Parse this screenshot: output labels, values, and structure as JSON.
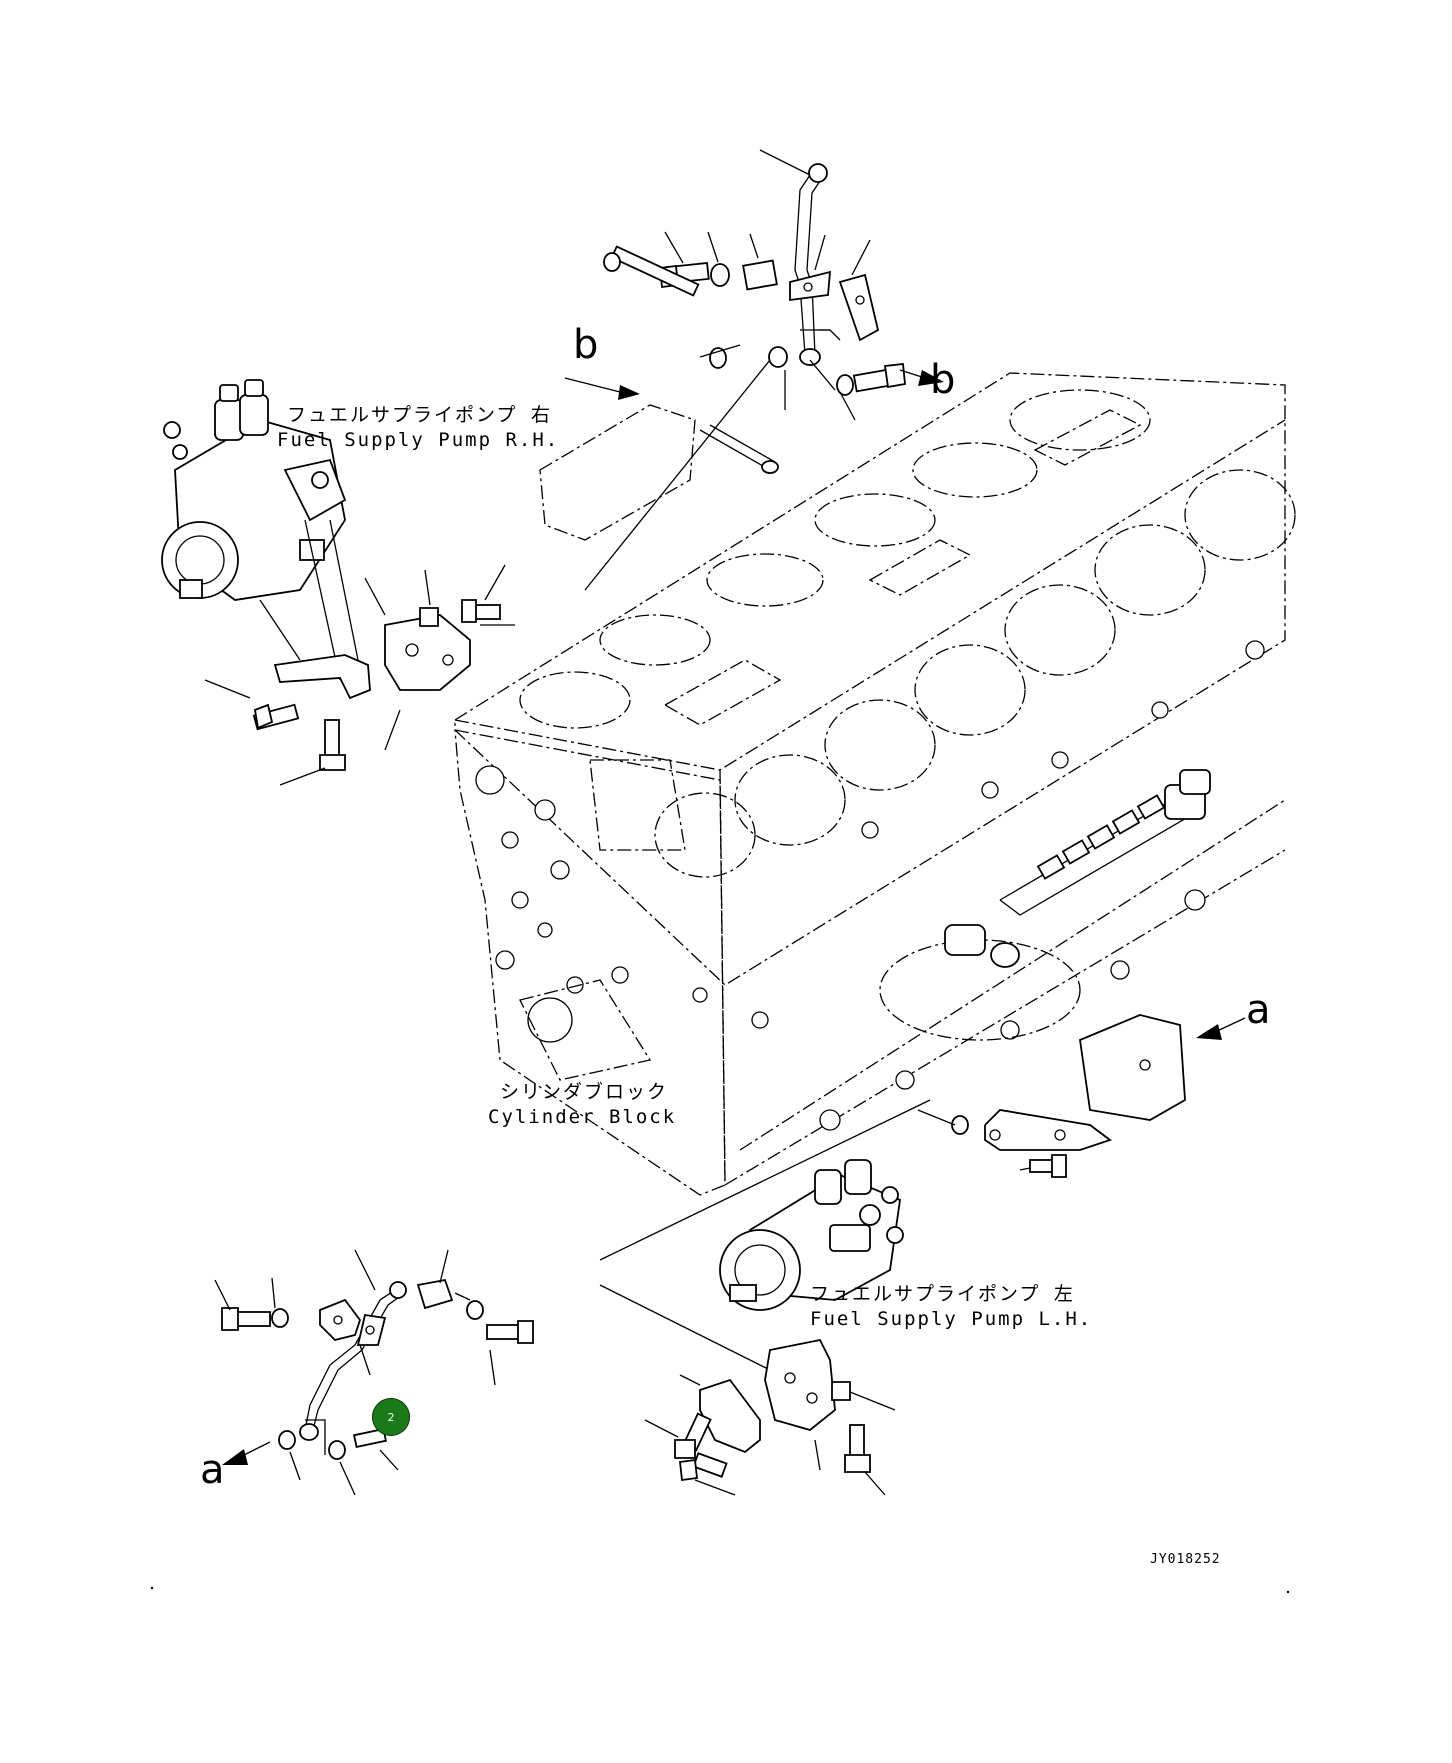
{
  "labels": {
    "pump_rh_jp": "フュエルサプライポンプ 右",
    "pump_rh_en": "Fuel Supply Pump R.H.",
    "pump_lh_jp": "フュエルサプライポンプ 左",
    "pump_lh_en": "Fuel Supply Pump L.H.",
    "block_jp": "シリンダブロック",
    "block_en": "Cylinder Block"
  },
  "view_markers": {
    "b_left": "b",
    "b_right": "b",
    "a_right": "a",
    "a_left": "a"
  },
  "drawing_code": "JY018252",
  "callouts": [
    {
      "number": "2",
      "color": "#1a7a1a"
    }
  ],
  "colors": {
    "line": "#000000",
    "background": "#ffffff",
    "callout_fill": "#1a7a1a"
  }
}
